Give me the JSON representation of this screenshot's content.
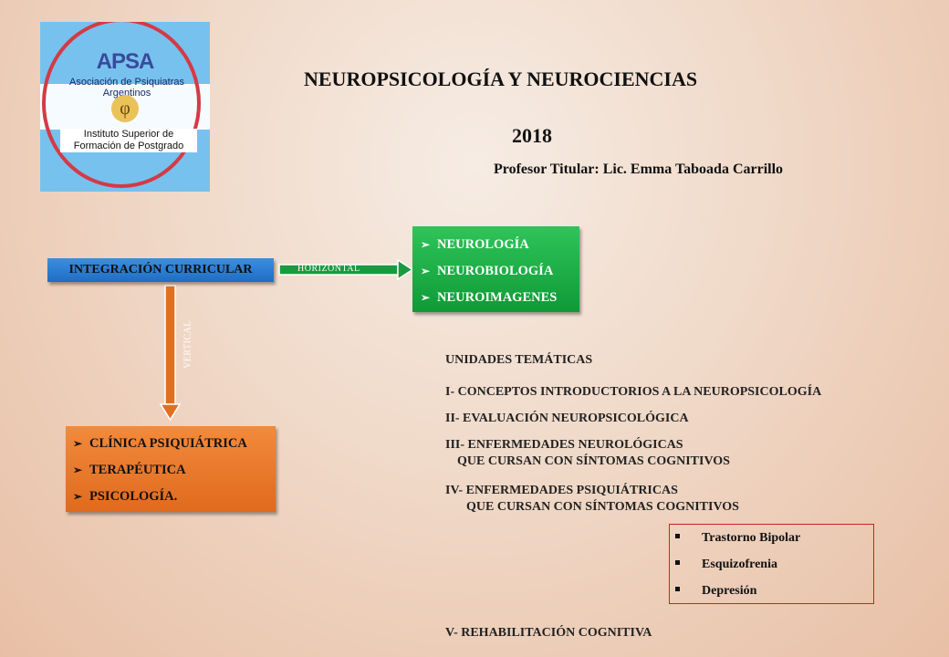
{
  "header": {
    "title": "NEUROPSICOLOGÍA Y NEUROCIENCIAS",
    "year": "2018",
    "professor": "Profesor  Titular: Lic. Emma Taboada Carrillo"
  },
  "logo": {
    "monogram": "APSA",
    "line1": "Asociación de Psiquiatras Argentinos",
    "symbol": "φ",
    "line2": "Instituto Superior de",
    "line3": "Formación de Postgrado"
  },
  "diagram": {
    "main_node": "INTEGRACIÓN CURRICULAR",
    "horizontal_label": "HORIZONTAL",
    "vertical_label": "VERTICAL",
    "horizontal_items": [
      "NEUROLOGÍA",
      "NEUROBIOLOGÍA",
      "NEUROIMAGENES"
    ],
    "vertical_items": [
      "CLÍNICA PSIQUIÁTRICA",
      "TERAPÉUTICA",
      "PSICOLOGÍA."
    ],
    "colors": {
      "main_node": "#2a7ed6",
      "horizontal_box": "#1fb04a",
      "vertical_box": "#ea7a2c",
      "units_box_border": "#d02020"
    }
  },
  "units": {
    "heading": "UNIDADES TEMÁTICAS",
    "u1": "I-   CONCEPTOS INTRODUCTORIOS A LA NEUROPSICOLOGÍA",
    "u2": "II-  EVALUACIÓN NEUROPSICOLÓGICA",
    "u3a": "III- ENFERMEDADES NEUROLÓGICAS",
    "u3b": "QUE CURSAN CON SÍNTOMAS COGNITIVOS",
    "u4a": "IV- ENFERMEDADES PSIQUIÁTRICAS",
    "u4b": "QUE CURSAN CON SÍNTOMAS COGNITIVOS",
    "sub_items": [
      "Trastorno Bipolar",
      "Esquizofrenia",
      "Depresión"
    ],
    "u5": "V-   REHABILITACIÓN COGNITIVA"
  }
}
